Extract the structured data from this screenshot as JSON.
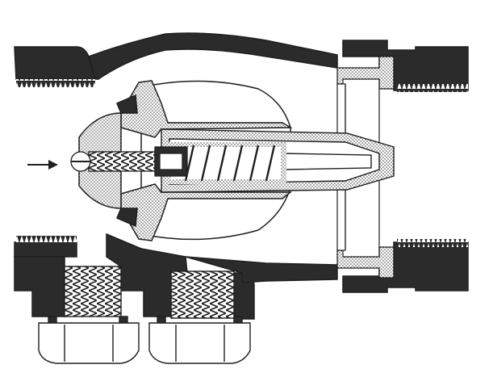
{
  "figure": {
    "subject": "check-valve-cross-section",
    "flow_direction": "left-to-right",
    "colors": {
      "body": "#2b2b2b",
      "stipple": "#c9c9c9",
      "outline": "#1f1f1f",
      "background": "#ffffff"
    }
  },
  "parts": [
    {
      "id": "valve-body",
      "icon": "housing"
    },
    {
      "id": "inlet-thread",
      "icon": "thread"
    },
    {
      "id": "outlet-union",
      "icon": "union-nut"
    },
    {
      "id": "poppet",
      "icon": "cone"
    },
    {
      "id": "compression-spring",
      "icon": "spring"
    },
    {
      "id": "guide-stem",
      "icon": "stem"
    },
    {
      "id": "adjusting-screw",
      "icon": "screw"
    },
    {
      "id": "test-port-left",
      "icon": "port"
    },
    {
      "id": "test-port-right",
      "icon": "port"
    },
    {
      "id": "flow-arrow",
      "icon": "arrow-right"
    }
  ]
}
